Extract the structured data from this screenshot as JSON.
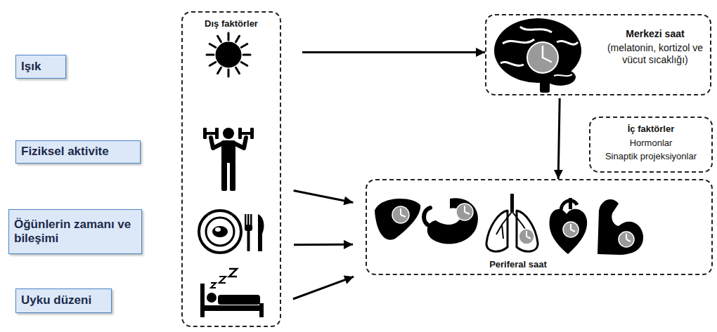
{
  "diagram": {
    "nodes": [
      {
        "text": [
          "Işık"
        ]
      },
      {
        "text": [
          "Fiziksel aktivite"
        ]
      },
      {
        "text": [
          "Öğünlerin zamanı ve bileşimi"
        ]
      },
      {
        "text": [
          "Uyku düzeni"
        ]
      },
      {
        "text": [
          "Dış faktörler"
        ]
      },
      {
        "text": [
          "Merkezi saat",
          "(melatonin, kortizol ve vücut sıcaklığı)"
        ]
      },
      {
        "text": [
          "İç faktörler",
          "Hormonlar",
          "Sinaptik projeksiyonlar"
        ]
      },
      {
        "text": [
          "Periferal saat"
        ]
      }
    ],
    "edges": [
      {
        "from": 4,
        "to": 5,
        "arrow": "to"
      },
      {
        "from": 5,
        "to": 7,
        "arrow": "to"
      },
      {
        "from": 4,
        "to": 7,
        "arrow": "to"
      },
      {
        "from": 4,
        "to": 7,
        "arrow": "to"
      },
      {
        "from": 4,
        "to": 7,
        "arrow": "to"
      }
    ]
  }
}
